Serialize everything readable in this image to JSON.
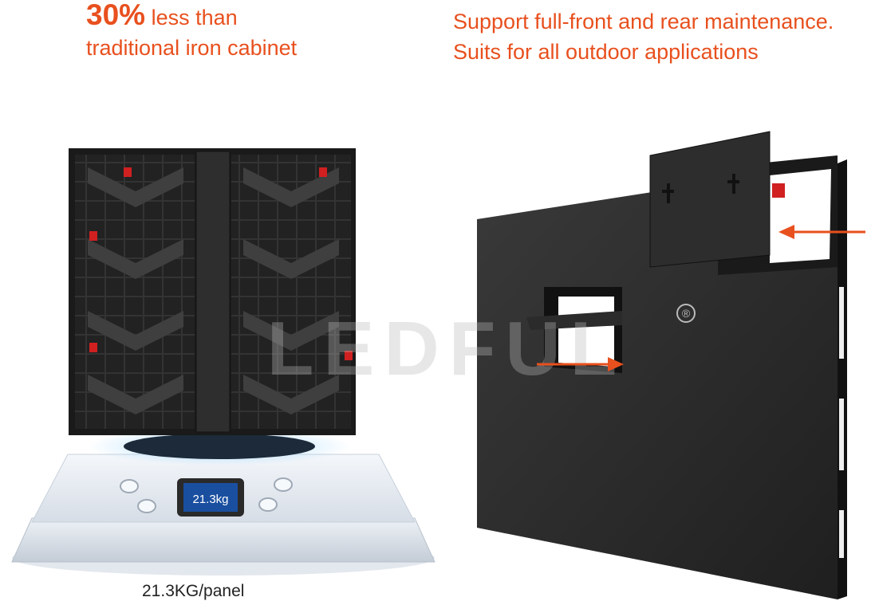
{
  "left_headline": {
    "highlight": "30%",
    "line1_rest": " less than",
    "line2": "traditional iron cabinet"
  },
  "right_headline": {
    "line1": "Support full-front and rear maintenance.",
    "line2": "Suits for all outdoor applications"
  },
  "scale": {
    "display": "21.3kg"
  },
  "caption": "21.3KG/panel",
  "watermark": "LEDFUL",
  "trademark": "®",
  "colors": {
    "accent": "#e8501e",
    "panel_dark": "#2a2a2a",
    "scale_body": "#e8eef5",
    "scale_display": "#1a4fa0"
  },
  "icons": [
    "registered-trademark-icon",
    "arrow-right-icon",
    "arrow-left-icon"
  ]
}
